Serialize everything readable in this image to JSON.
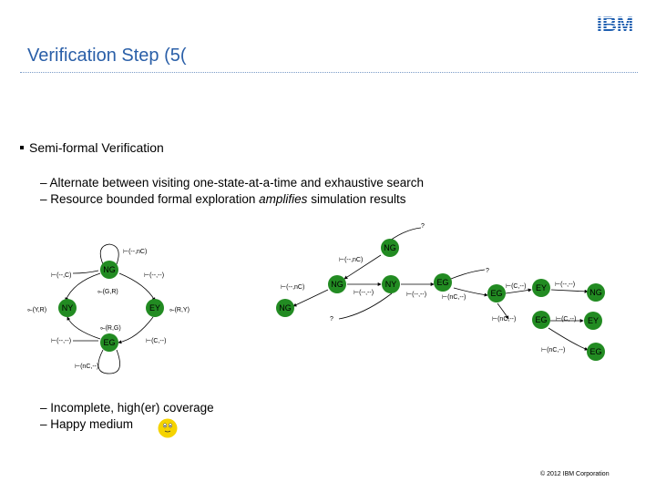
{
  "header": {
    "logo_text": "IBM",
    "title": "Verification Step (5("
  },
  "content": {
    "bullet": "Semi-formal Verification",
    "sub_top": [
      "– Alternate between visiting one-state-at-a-time and exhaustive search",
      "– Resource bounded formal exploration amplifies simulation results"
    ],
    "sub_bottom": [
      "– Incomplete, high(er) coverage",
      "– Happy medium"
    ]
  },
  "left_fsm": {
    "nodes": [
      "NG",
      "NY",
      "EY",
      "EG"
    ],
    "edge_labels": {
      "ng_self": "⊢(--,nC)",
      "ng_left": "⊢(--,C)",
      "ng_right": "⊢(--,--)",
      "ng_ey": "⟜(G,R)",
      "ny_self": "⟜(Y,R)",
      "ey_self": "⟜(R,Y)",
      "eg_ny": "⟜(R,G)",
      "eg_left": "⊢(--,--)",
      "eg_right": "⊢(C,--)",
      "eg_self": "⊢(nC,--)"
    }
  },
  "right_fsm": {
    "nodes": [
      "NG",
      "NG",
      "NG",
      "NY",
      "EG",
      "EG",
      "EY",
      "NG",
      "EG",
      "EY",
      "EG"
    ],
    "edge_labels": {
      "top_q": "?",
      "ng_top_lbl": "⊢(--,nC)",
      "ng_mid_lbl": "⊢(--,nC)",
      "ng_ny_lbl": "⊢(--,--)",
      "ny_eg_lbl": "⊢(--,--)",
      "eg_q": "?",
      "eg_nc": "⊢(nC,--)",
      "eg_c": "⊢(C,--)",
      "ey_dd": "⊢(--,--)",
      "bottom_q": "?",
      "eg2_nc": "⊢(nC,--)",
      "eg2_c": "⊢(C,--)",
      "ey2_nc": "⊢(nC,--)"
    }
  },
  "footer": {
    "copyright": "© 2012 IBM Corporation"
  },
  "colors": {
    "node_green": "#228b22",
    "title_blue": "#2a5fa8",
    "logo_blue": "#1f5fb0",
    "smiley_yellow": "#f5d300"
  }
}
